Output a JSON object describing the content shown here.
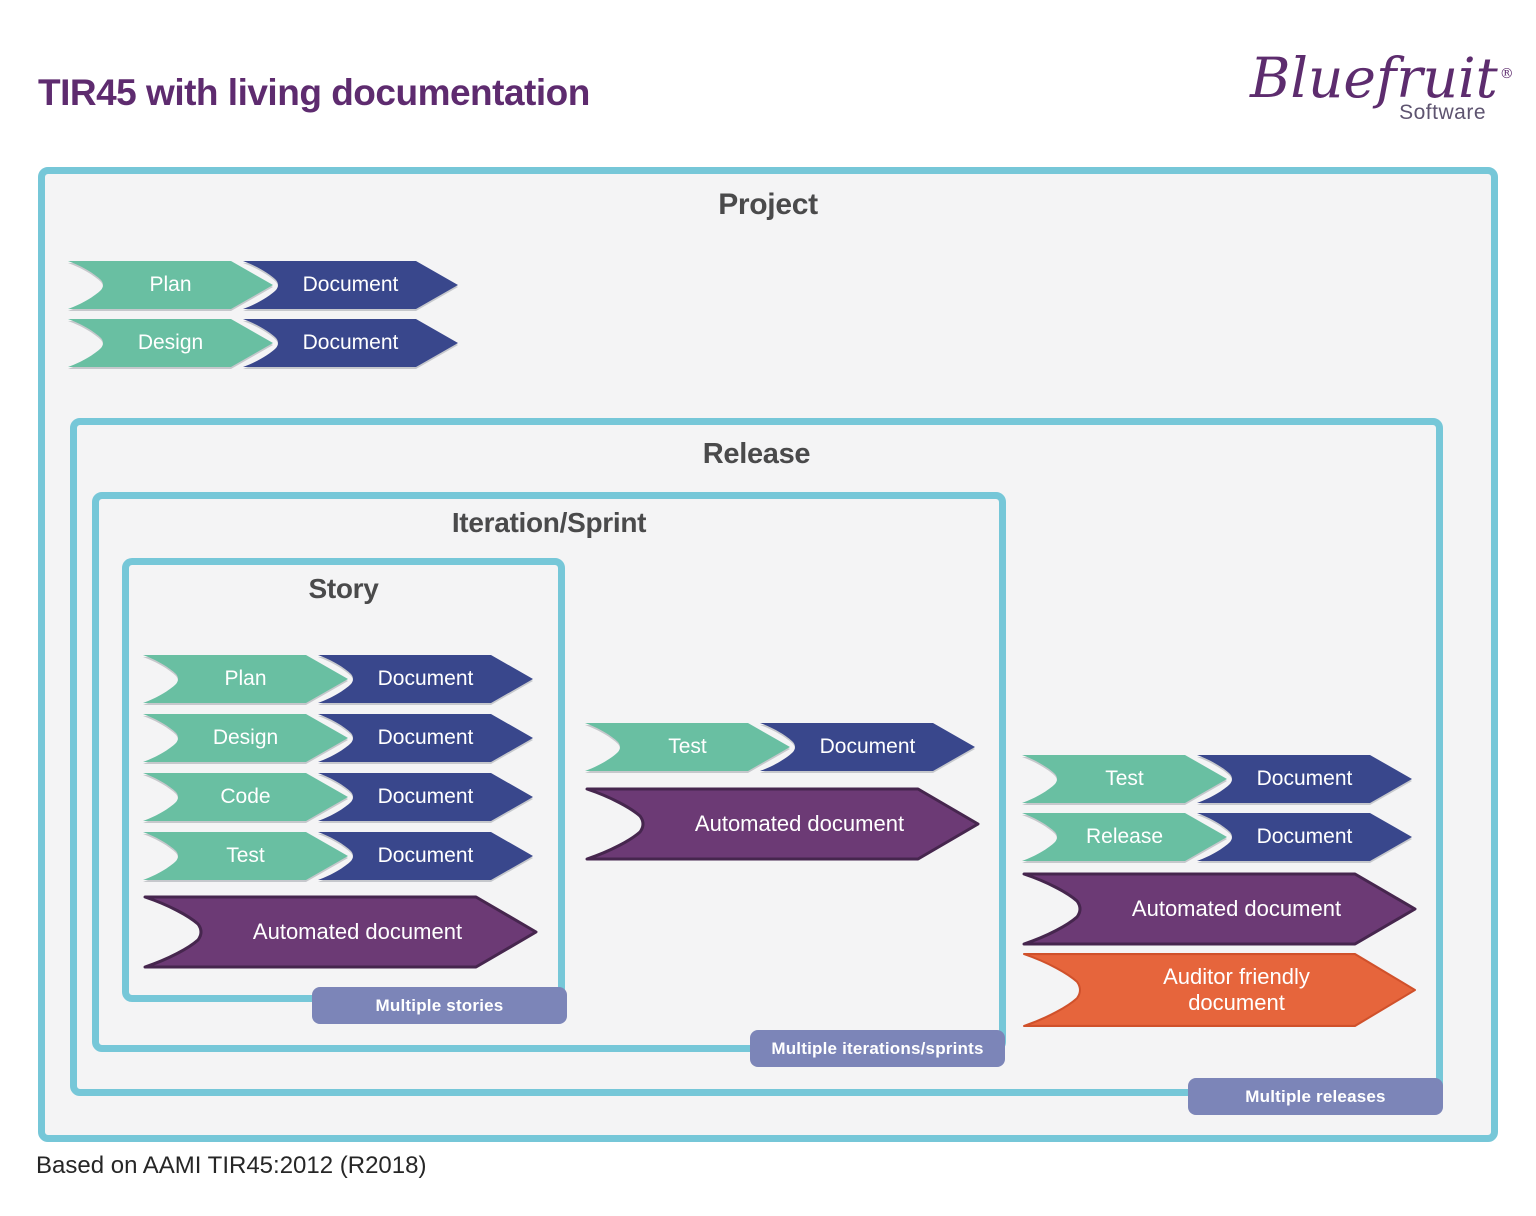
{
  "title": "TIR45 with living documentation",
  "footnote": "Based on AAMI TIR45:2012 (R2018)",
  "logo": {
    "brand": "Bluefruit",
    "registered": "®",
    "subtitle": "Software"
  },
  "colors": {
    "title_purple": "#5E2B6F",
    "frame_border_teal": "#76C7D8",
    "frame_background": "#F4F4F5",
    "stage_green": "#69BFA2",
    "document_blue": "#39478C",
    "automated_purple": "#6C3A75",
    "automated_purple_outline": "#46264E",
    "auditor_orange": "#E6653C",
    "badge_periwinkle": "#7C85B8",
    "heading_gray": "#4A4A4B"
  },
  "project": {
    "label": "Project",
    "rows": [
      {
        "stage": "Plan",
        "document": "Document"
      },
      {
        "stage": "Design",
        "document": "Document"
      }
    ],
    "release": {
      "label": "Release",
      "badge": "Multiple releases",
      "rows": [
        {
          "stage": "Test",
          "document": "Document"
        },
        {
          "stage": "Release",
          "document": "Document"
        }
      ],
      "automated_document": "Automated document",
      "auditor_document": "Auditor friendly document",
      "iteration": {
        "label": "Iteration/Sprint",
        "badge": "Multiple iterations/sprints",
        "rows": [
          {
            "stage": "Test",
            "document": "Document"
          }
        ],
        "automated_document": "Automated document",
        "story": {
          "label": "Story",
          "badge": "Multiple stories",
          "rows": [
            {
              "stage": "Plan",
              "document": "Document"
            },
            {
              "stage": "Design",
              "document": "Document"
            },
            {
              "stage": "Code",
              "document": "Document"
            },
            {
              "stage": "Test",
              "document": "Document"
            }
          ],
          "automated_document": "Automated document"
        }
      }
    }
  }
}
